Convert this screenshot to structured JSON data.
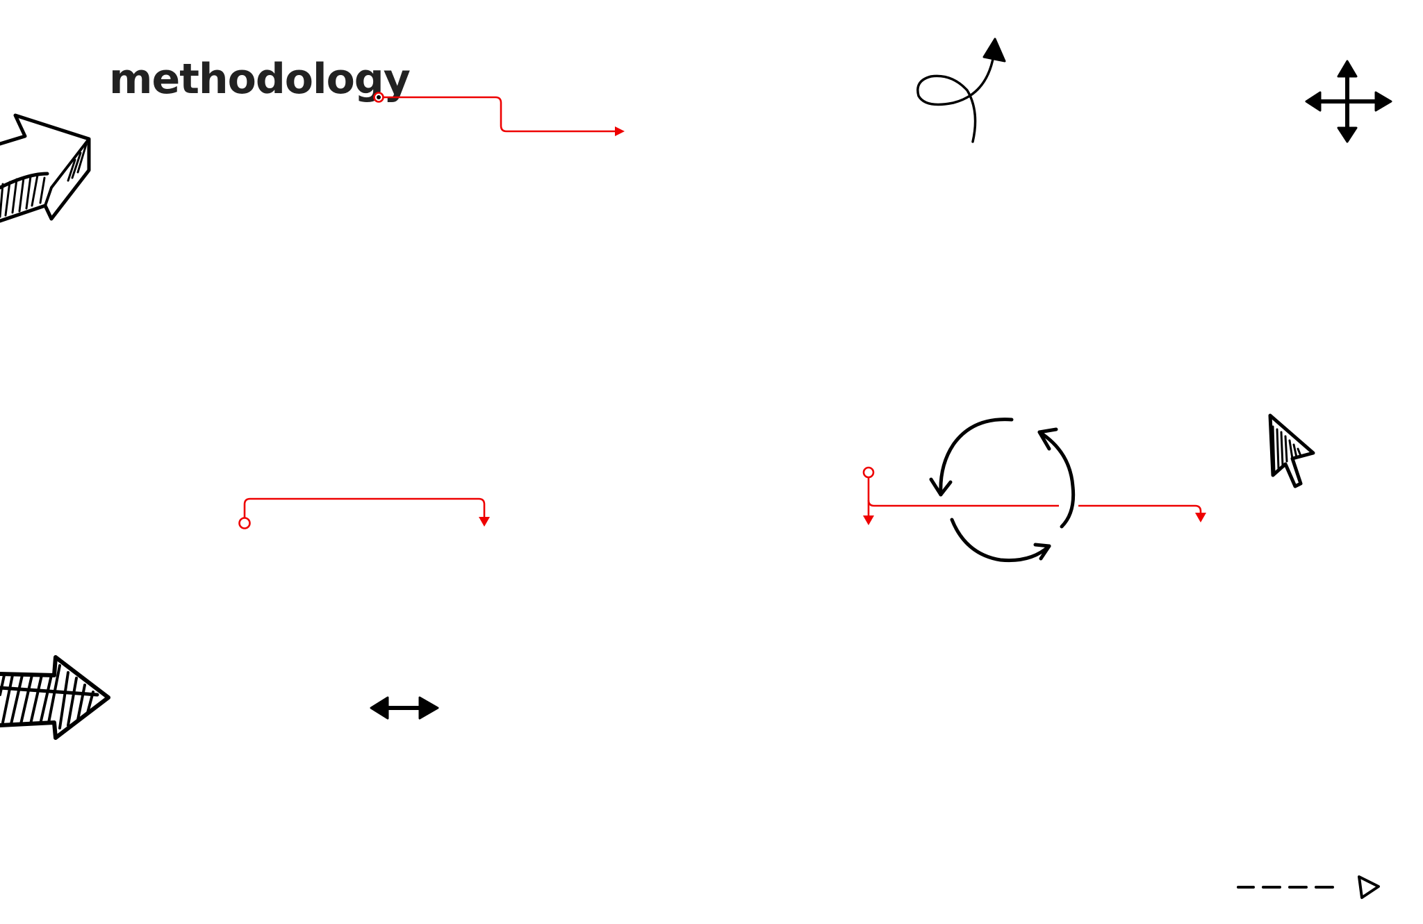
{
  "canvas": {
    "title_text": "methodology",
    "accent_color": "#ee0000",
    "ink_color": "#000000",
    "text_color": "#222222"
  },
  "elements": {
    "icons": [
      "sketch-arrow-icon",
      "hatched-arrow-icon",
      "loop-arrow-icon",
      "move-cross-icon",
      "cycle-arrows-icon",
      "cursor-arrow-icon",
      "double-arrow-icon",
      "dashed-arrow-icon"
    ],
    "connectors": [
      "connector-methodology",
      "connector-bracket",
      "connector-cycle"
    ]
  }
}
